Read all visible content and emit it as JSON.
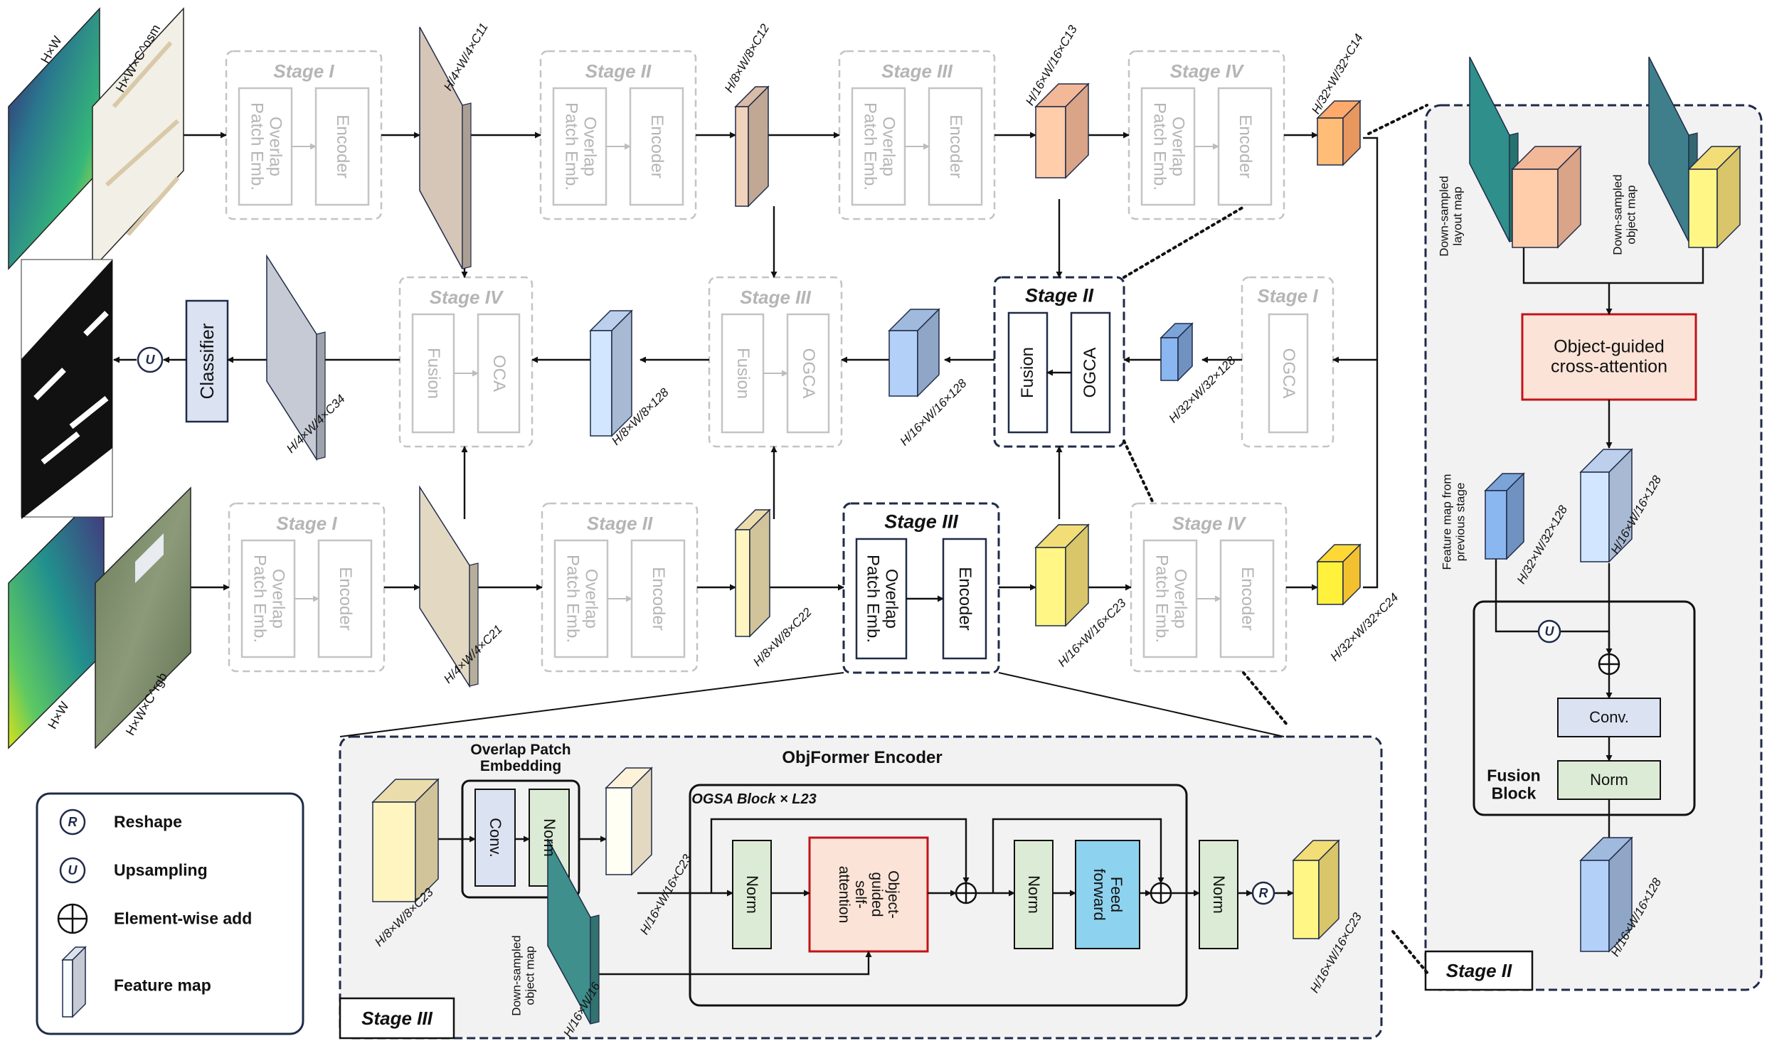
{
  "inputs": {
    "layout_dims": "H×W",
    "osm_dims": "H×W×C^osm",
    "obj_dims": "H×W",
    "rgb_dims": "H×W×C^rgb"
  },
  "stage_titles": {
    "s1": "Stage I",
    "s2": "Stage II",
    "s3": "Stage III",
    "s4": "Stage IV"
  },
  "modules": {
    "overlap": "Overlap\nPatch Emb.",
    "encoder": "Encoder",
    "fusion": "Fusion",
    "oca": "OCA",
    "ogca": "OGCA",
    "classifier": "Classifier"
  },
  "feature_dims": {
    "top1": "H/4×W/4×C11",
    "top2": "H/8×W/8×C12",
    "top3": "H/16×W/16×C13",
    "top4": "H/32×W/32×C14",
    "mid1": "H/4×W/4×C34",
    "mid2": "H/8×W/8×128",
    "mid3": "H/16×W/16×128",
    "mid4": "H/32×W/32×128",
    "bot1": "H/4×W/4×C21",
    "bot2": "H/8×W/8×C22",
    "bot3": "H/16×W/16×C23",
    "bot4": "H/32×W/32×C24"
  },
  "encoder_detail": {
    "title": "ObjFormer Encoder",
    "ope_title": "Overlap Patch\nEmbedding",
    "conv": "Conv.",
    "norm": "Norm",
    "ogsa_block": "OGSA Block × L23",
    "ogsa": "Object-\nguided\nself-\nattention",
    "feed_forward": "Feed\nforward",
    "in_dims": "H/8×W/8×C23",
    "mid_dims": "H/16×W/16×C23",
    "out_dims": "H/16×W/16×C23",
    "obj_dims": "H/16×W/16",
    "obj_label": "Down-sampled\nobject map",
    "stage_tag": "Stage III"
  },
  "decoder_detail": {
    "layout_label": "Down-sampled\nlayout map",
    "object_label": "Down-sampled\nobject map",
    "ogca_title": "Object-guided\ncross-attention",
    "prev_label": "Feature map from\nprevious stage",
    "prev_dims": "H/32×W/32×128",
    "attn_dims": "H/16×W/16×128",
    "out_dims": "H/16×W/16×128",
    "conv": "Conv.",
    "norm": "Norm",
    "fusion_block": "Fusion\nBlock",
    "stage_tag": "Stage II"
  },
  "legend": {
    "reshape_symbol": "R",
    "reshape": "Reshape",
    "upsample_symbol": "U",
    "upsampling": "Upsampling",
    "add": "Element-wise add",
    "feature": "Feature map"
  },
  "colors": {
    "gray_box": "#c4c4c4",
    "navy": "#1f2b48",
    "ogca_red": "#c0141b",
    "ogca_fill": "#fbe3d7",
    "norm_fill": "#dcebd5",
    "conv_fill": "#dbe2f2",
    "ff_fill": "#8dd2ee",
    "panel_fill": "#f2f2f2"
  }
}
